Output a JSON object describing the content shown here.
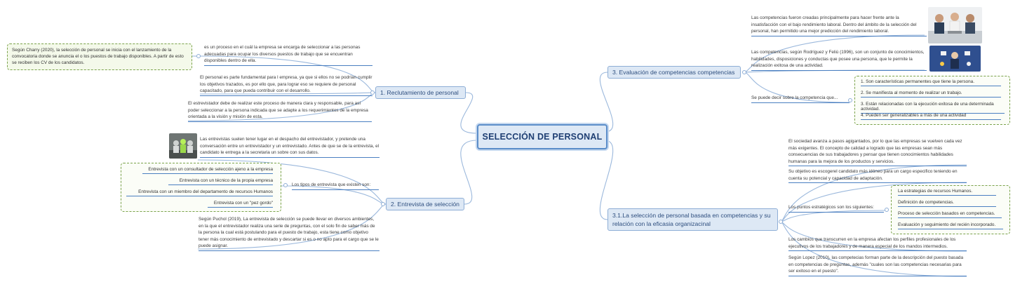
{
  "central": {
    "title": "SELECCIÓN DE PERSONAL"
  },
  "branch1": {
    "label": "1. Reclutamiento de personal",
    "note": "Según Charry (2020), la selección de personal se inicia con el lanzamiento de la convocatoria donde se anuncia el o los puestos de trabajo disponibles. A partir de esto se reciben los CV de los candidatos.",
    "items": [
      "es un proceso en el cuál la empresa se encarga de seleccionar a las personas adecuadas para ocupar los diversos puestos de trabajo que se encuentran disponibles dentro de ella.",
      "El personal es parte fundamental para l empresa, ya que si ellos no se podrían cumplir los objetivos trazados, es por ello que, para lograr eso se requiere de personal capacitado, para que pueda contribuir con el desarrollo.",
      "El estrevistador debe de realizar este proceso de manera clara y responsable, para así poder seleccionar a la persona indicada que se adapte a los requerimientos de la empresa orientada a la visión y misión de esta."
    ]
  },
  "branch2": {
    "label": "2. Entrevista de selección",
    "intro": "Las entrevistas suelen tener lugar en el despacho del entrevistador, y pretende una conversación entre un entrevistador y un entrevistado. Antes de que se de la entrevista, el candidato le entrega a la secretaria un sobre con sus datos.",
    "types_label": "Los tipos de entrevista que existen son:",
    "types": [
      "Entrevista con un consultador de selección ajeno a la empresa",
      "Entrevista con un técnico de la propia empresa",
      "Entrevista con un miembro del departamento de recursos Humanos",
      "Entrevista con un \"pez gordo\""
    ],
    "puchol": "Según Puchol (2019), La entrevista de selección se puede llevar en diversos ambientes, en la que el entrevistador realiza una serie de preguntas, con el solo fin de saber más de la persona la cual está postulando para el puesto de trabajo, esta tiene como objetivo tener más conocimiento de entrevistado y descartar si es o no apto para el cargo que se le puede asignar."
  },
  "branch3": {
    "label": "3. Evaluación de competencias competencias",
    "items": [
      "Las competencias fueron creadas principalmente para hacer frente ante la insatisfacción con el bajo rendimiento laboral. Dentro del ámbito de la selección del personal, han permitido una mejor predicción del rendimiento laboral.",
      "Las competencias, según Rodríguez y Feliú (1996), son un conjunto de conocimientos, habilidades, disposiciones y conductas que posee una persona, que le permite la realización exitosa de una actividad."
    ],
    "list_label": "Se puede decir sobre la competencia que...",
    "list": [
      "1. Son características permanentes que tiene la persona.",
      "2. Se manifiesta al momento de realizar un trabajo.",
      "3. Están relacionadas con la ejecución exitosa de una determinada actividad.",
      "4. Pueden ser generalizables a más de una actividad"
    ]
  },
  "branch4": {
    "label": "3.1.La selección de personal basada en competencias y su relación con la eficasia organizacinal",
    "items": [
      "El sociedad avanza a pasos agigantados, por lo que las empresas se vuelven cada vez más exigentes. El concepto de calidad a logrado que las empresas sean más consecuencias de sus trabajadores y pensar que tienen conocimientos habilidades humanas para la mejora de los productos y servicios.",
      "Su objetivo es escogerel candidato más idóneo para un cargo especifico teniendo en cuenta su potencial y capacidad de adaptación."
    ],
    "points_label": "Los puntos estratégicos son los siguientes:",
    "points": [
      "La estrategias de recursos Humanos.",
      "Definición de competencias.",
      "Proceso de selección basados en competencias.",
      "Evaluación y seguimiento del recién incorporado."
    ],
    "after": [
      "Los cambios que transcurren en la empresa afectan los perfiles profesionales de los ejecutivos de los trabajadores y de manera especial de los mandos intermedios.",
      "Según Lopez (2010), las competecias forman parte de la descripción del puesto basada en competencias de preguntas, además \"cuales son las competencias necesarias para ser exitoso en el puesto\"."
    ]
  },
  "colors": {
    "branch_fill": "#dde8f5",
    "branch_border": "#8eaed6",
    "link": "#9bb8dc",
    "underline": "#4a7fc1",
    "group_border": "#7aa24a"
  },
  "icons": [
    "office-meeting-photo",
    "business-multitask-photo",
    "interview-photo"
  ]
}
